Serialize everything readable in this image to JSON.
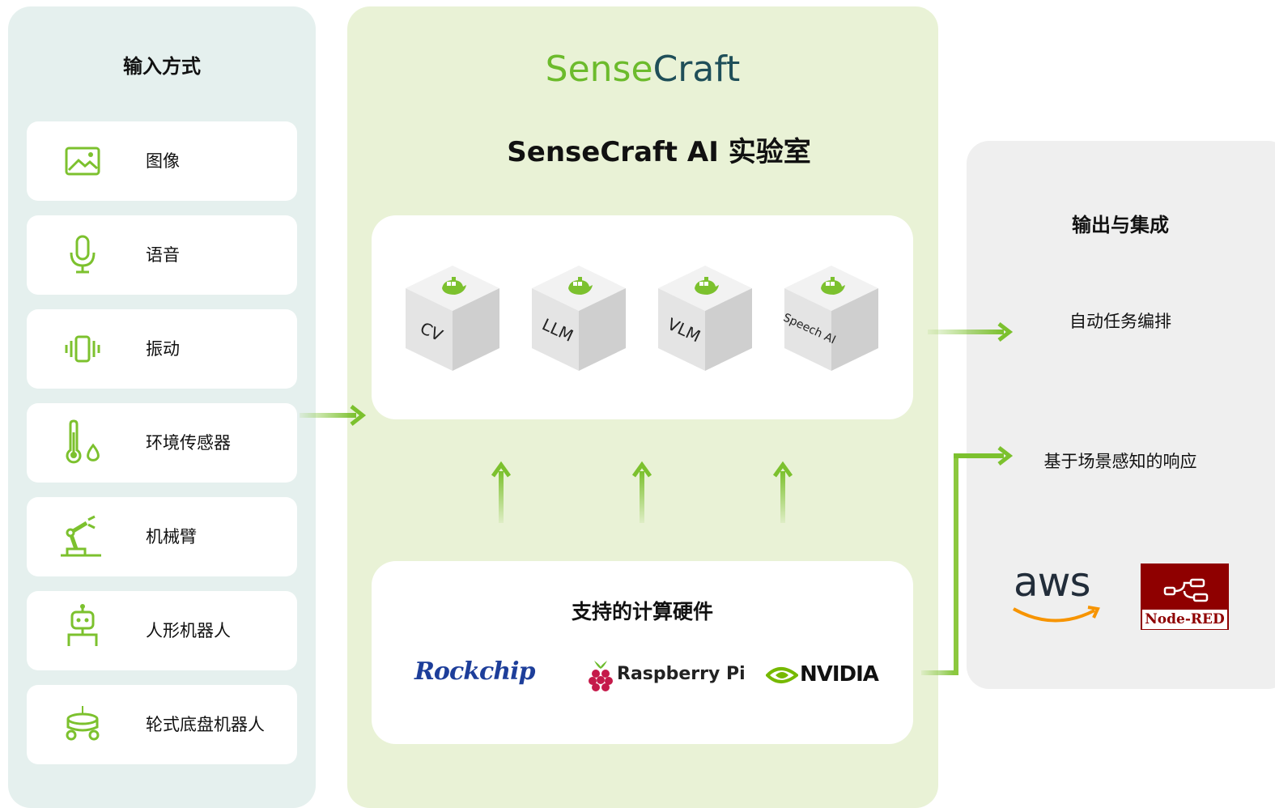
{
  "input": {
    "title": "输入方式",
    "items": [
      {
        "label": "图像",
        "icon": "image-icon"
      },
      {
        "label": "语音",
        "icon": "microphone-icon"
      },
      {
        "label": "振动",
        "icon": "vibration-icon"
      },
      {
        "label": "环境传感器",
        "icon": "thermometer-humidity-icon"
      },
      {
        "label": "机械臂",
        "icon": "robot-arm-icon"
      },
      {
        "label": "人形机器人",
        "icon": "humanoid-robot-icon"
      },
      {
        "label": "轮式底盘机器人",
        "icon": "wheeled-robot-icon"
      }
    ]
  },
  "center": {
    "brand_part1": "Sense",
    "brand_part2": "Craft",
    "lab_title": "SenseCraft AI 实验室",
    "models": [
      "CV",
      "LLM",
      "VLM",
      "Speech AI"
    ],
    "hardware_title": "支持的计算硬件",
    "hardware": [
      "Rockchip",
      "Raspberry Pi",
      "NVIDIA"
    ]
  },
  "output": {
    "title": "输出与集成",
    "items": [
      "自动任务编排",
      "基于场景感知的响应"
    ],
    "integrations": [
      "aws",
      "Node-RED"
    ]
  },
  "colors": {
    "accent_green": "#7cc12e",
    "brand_green": "#6cbb2c",
    "brand_teal": "#1f4f59",
    "left_bg": "#e5f0ee",
    "center_bg": "#e9f2d6",
    "right_bg": "#efefef"
  }
}
